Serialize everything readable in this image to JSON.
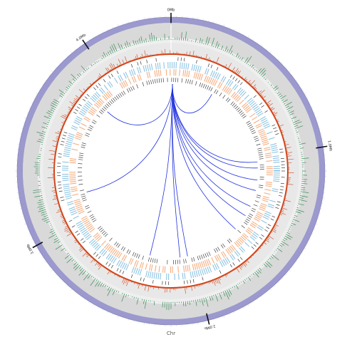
{
  "figure": {
    "chromosome_label": "Chr",
    "position_labels": [
      "0Mb",
      "1.0Mb",
      "2.0Mb",
      "3.0Mb",
      "4.0Mb"
    ]
  },
  "colors": {
    "ideogram": "#9b99cd",
    "gc_skew": "#3a8d5a",
    "gc_content": "#d2461c",
    "cds_forward": "#8ec4e2",
    "cds_reverse": "#f6ae80",
    "ncrna": "#3a3a3a",
    "links": "#2233dd"
  },
  "links": {
    "hub_angle_deg": 271,
    "targets_deg": [
      298,
      354,
      358,
      6,
      13,
      24,
      31,
      42,
      79,
      84,
      104,
      166,
      223
    ]
  }
}
